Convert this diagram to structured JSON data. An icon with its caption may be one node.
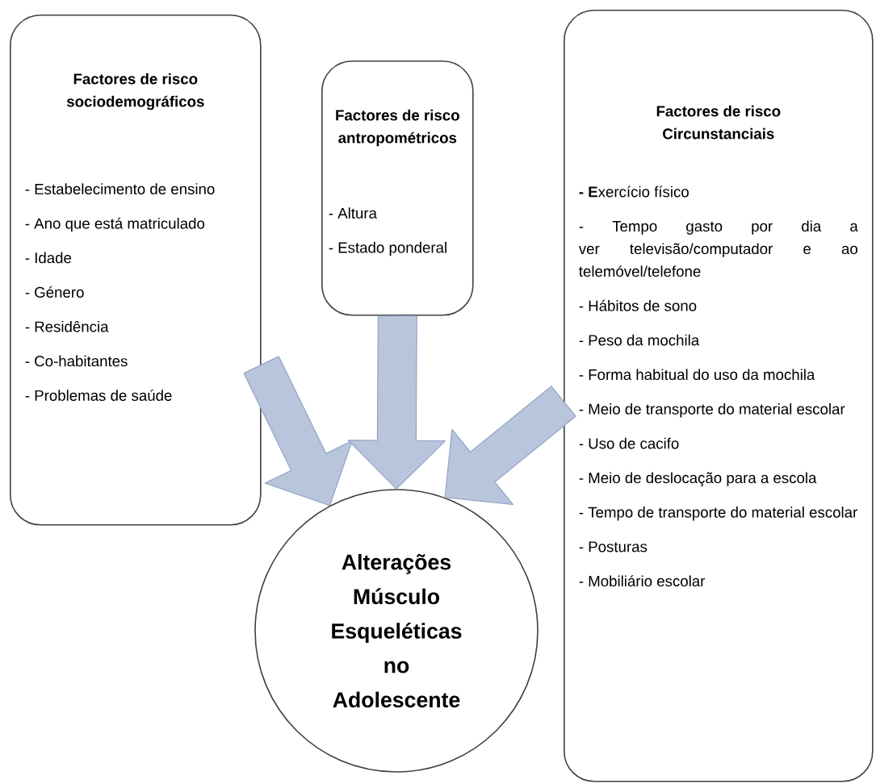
{
  "diagram": {
    "nodes": [
      {
        "text": [
          "Factores de risco sociodemográficos",
          "- Estabelecimento de ensino",
          "- Ano que está matriculado",
          "- Idade",
          "- Género",
          "- Residência",
          "- Co-habitantes",
          "- Problemas de saúde"
        ]
      },
      {
        "text": [
          "Factores de risco antropométricos",
          "- Altura",
          "- Estado ponderal"
        ]
      },
      {
        "text": [
          "Factores de risco Circunstanciais",
          "**- E**xercício físico",
          "- Tempo gasto por dia a ver televisão/computador e ao telemóvel/telefone",
          "- Hábitos de sono",
          "- Peso da mochila",
          "- Forma habitual do uso da mochila",
          "- Meio de transporte do material escolar",
          "- Uso de cacifo",
          "- Meio de deslocação para a escola",
          "- Tempo de transporte do material escolar",
          "- Posturas",
          "- Mobiliário escolar"
        ]
      },
      {
        "text": [
          "Alterações Músculo Esqueléticas no Adolescente"
        ]
      }
    ],
    "edges": [
      {
        "from": 0,
        "to": 3,
        "arrow": "to"
      },
      {
        "from": 1,
        "to": 3,
        "arrow": "to"
      },
      {
        "from": 2,
        "to": 3,
        "arrow": "to"
      }
    ]
  }
}
